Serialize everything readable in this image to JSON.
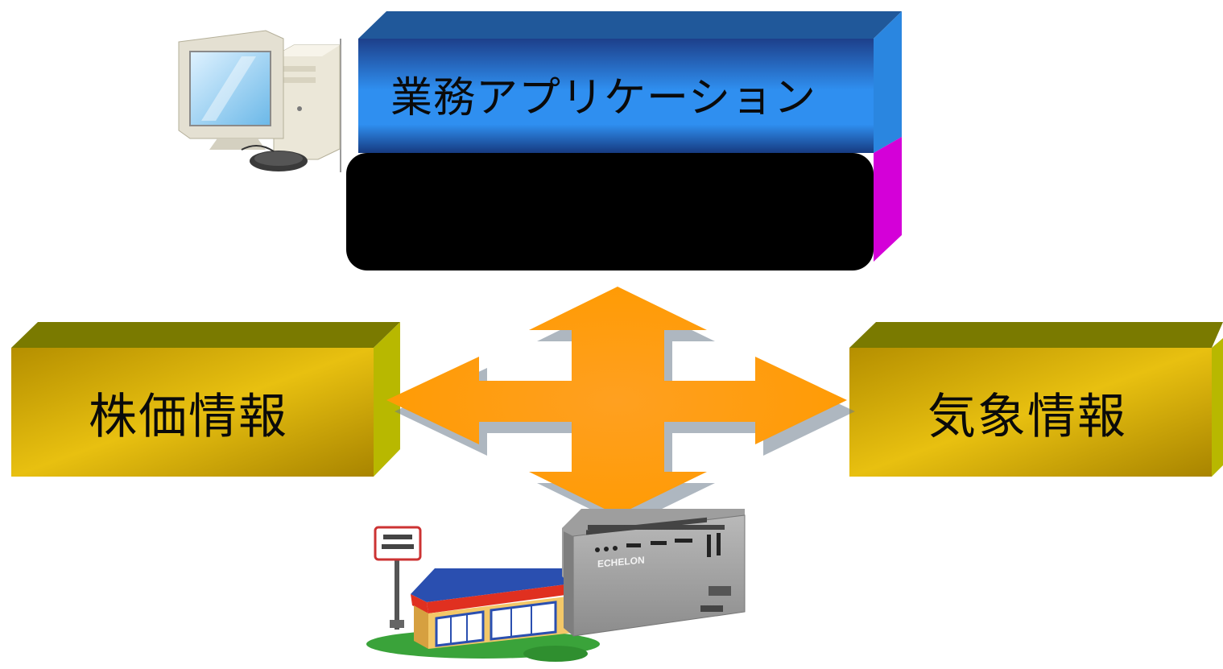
{
  "app_layer": {
    "label": "業務アプリケーション"
  },
  "left_source": {
    "label": "株価情報"
  },
  "right_source": {
    "label": "気象情報"
  },
  "device": {
    "brand": "ECHELON"
  },
  "colors": {
    "app_top": "#1f5e9c",
    "app_front": "#2f7fd8",
    "app_side": "#2a86e0",
    "middleware_front": "#000000",
    "middleware_side": "#d400d8",
    "source_top": "#7a7a00",
    "source_front": "#c89a00",
    "source_side": "#b8b800",
    "arrow": "#ff9d10",
    "arrow_shadow": "#7f8fa0"
  },
  "icons": {
    "pc": "desktop-computer-icon",
    "store": "convenience-store-icon",
    "controller": "din-rail-controller-icon"
  }
}
